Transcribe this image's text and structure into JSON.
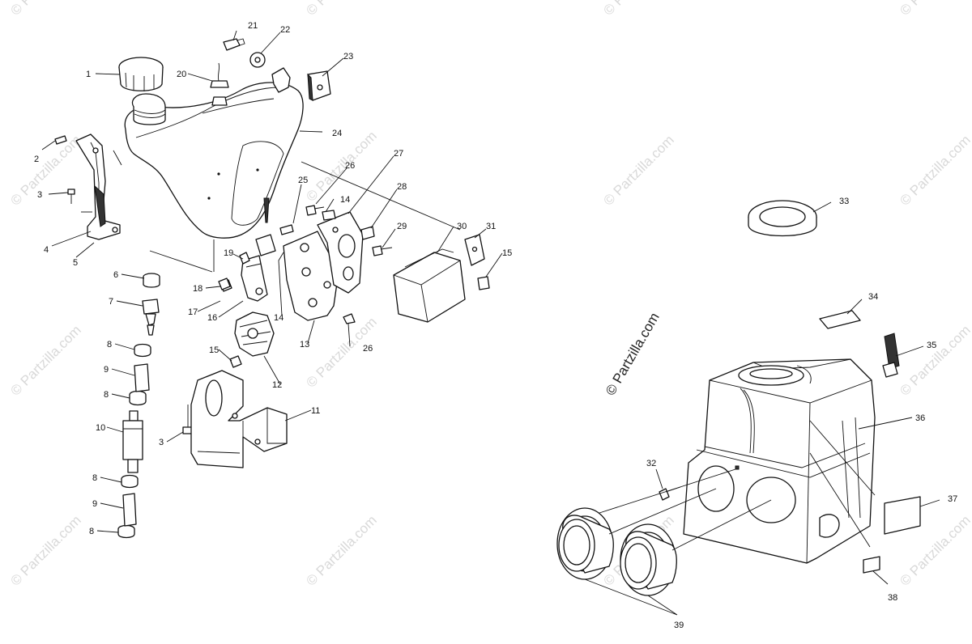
{
  "watermark": {
    "text": "© Partzilla.com",
    "prominent_text": "© Partzilla.com"
  },
  "callouts": {
    "c1": "1",
    "c2": "2",
    "c3a": "3",
    "c3b": "3",
    "c4": "4",
    "c5": "5",
    "c6": "6",
    "c7": "7",
    "c8a": "8",
    "c8b": "8",
    "c8c": "8",
    "c8d": "8",
    "c9a": "9",
    "c9b": "9",
    "c10": "10",
    "c11": "11",
    "c12": "12",
    "c13": "13",
    "c14a": "14",
    "c14b": "14",
    "c15a": "15",
    "c15b": "15",
    "c16": "16",
    "c17": "17",
    "c18": "18",
    "c19": "19",
    "c20": "20",
    "c21": "21",
    "c22": "22",
    "c23": "23",
    "c24": "24",
    "c25": "25",
    "c26a": "26",
    "c26b": "26",
    "c27": "27",
    "c28": "28",
    "c29": "29",
    "c30": "30",
    "c31": "31",
    "c32": "32",
    "c33": "33",
    "c34": "34",
    "c35": "35",
    "c36": "36",
    "c37": "37",
    "c38": "38",
    "c39": "39"
  }
}
